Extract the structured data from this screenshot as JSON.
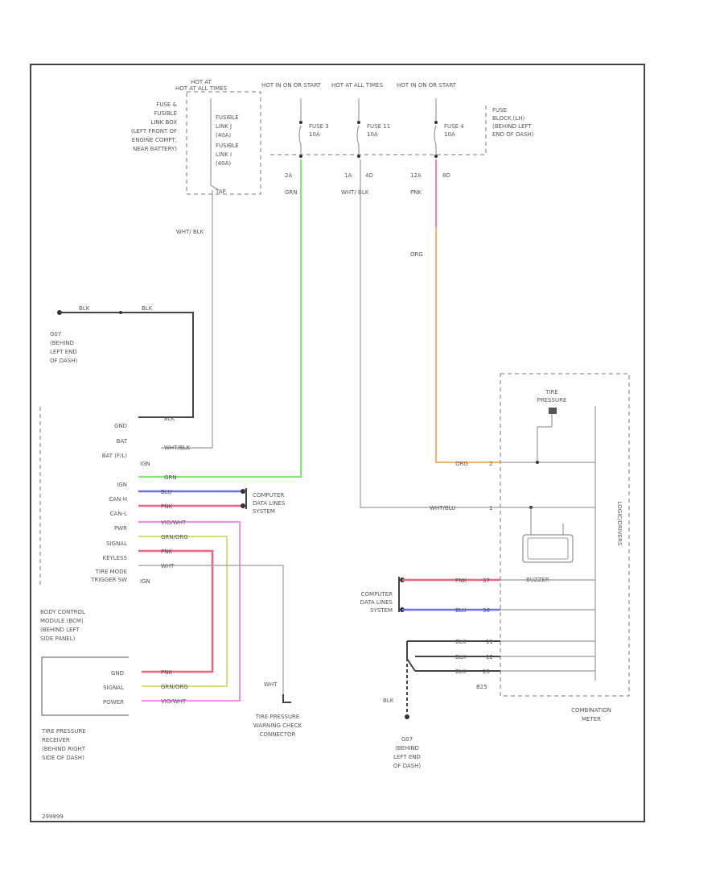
{
  "power": {
    "hot_at_all_times_1": "HOT AT ALL TIMES",
    "hot_in_on_start_1": "HOT IN ON OR START",
    "hot_at_all_times_2": "HOT AT ALL TIMES",
    "hot_in_on_start_2": "HOT IN ON OR START"
  },
  "fuse_box": {
    "left_lines": [
      "FUSE &",
      "FUSIBLE",
      "LINK BOX",
      "(LEFT FRONT OF",
      "ENGINE COMPT,",
      "NEAR BATTERY)"
    ],
    "fusible_link_lines": [
      "FUSIBLE",
      "LINK J",
      "(40A)",
      "FUSIBLE",
      "LINK I",
      "(40A)"
    ],
    "wire_label": "TAP"
  },
  "fuses": [
    {
      "name": "FUSE 3",
      "amp": "10A",
      "pin": "2A",
      "wire": "GRN"
    },
    {
      "name": "FUSE 11",
      "amp": "10A",
      "pin": "1A",
      "pin2": "4D",
      "wire": "WHT/ BLK"
    },
    {
      "name": "FUSE 4",
      "amp": "10A",
      "pin": "12A",
      "pin2": "8D",
      "wire": "PNK"
    }
  ],
  "fuse_block_lines": [
    "FUSE",
    "BLOCK (LH)",
    "(BEHIND LEFT",
    "END OF DASH)"
  ],
  "wire_labels": {
    "wht_blk_left": "WHT/ BLK",
    "org": "ORG",
    "blk_1": "BLK",
    "blk_2": "BLK"
  },
  "ground_left_lines": [
    "G07",
    "(BEHIND",
    "LEFT END",
    "OF DASH)"
  ],
  "bcm": {
    "pins": [
      "GND",
      "BAT",
      "BAT (F/L)",
      "IGN",
      "IGN",
      "CAN-H",
      "CAN-L",
      "PWR",
      "SIGNAL",
      "KEYLESS",
      "TIRE MODE",
      "TRIGGER SW",
      "IGN"
    ],
    "wire_cols": [
      "BLK",
      "WHT/BLK",
      "GRN",
      "BLU",
      "PNK",
      "VIO/WHT",
      "GRN/ORG",
      "PNK",
      "WHT"
    ],
    "label_lines": [
      "BODY CONTROL",
      "MODULE (BCM)",
      "(BEHIND LEFT",
      "SIDE PANEL)"
    ]
  },
  "computer_data_1": [
    "COMPUTER",
    "DATA LINES",
    "SYSTEM"
  ],
  "computer_data_2": [
    "COMPUTER",
    "DATA LINES",
    "SYSTEM"
  ],
  "receiver": {
    "pins": [
      "GND",
      "SIGNAL",
      "POWER"
    ],
    "wires": [
      "PNK",
      "GRN/ORG",
      "VIO/WHT"
    ],
    "label_lines": [
      "TIRE PRESSURE",
      "RECEIVER",
      "(BEHIND RIGHT",
      "SIDE OF DASH)"
    ]
  },
  "warning_connector": {
    "wire": "WHT",
    "label_lines": [
      "TIRE PRESSURE",
      "WARNING CHECK",
      "CONNECTOR"
    ]
  },
  "meter": {
    "tire_pressure_lines": [
      "TIRE",
      "PRESSURE"
    ],
    "org_wire": "ORG",
    "org_pin": "2",
    "wht_wire": "WHT/BLU",
    "wht_pin": "1",
    "buzzer": "BUZZER",
    "can_wires": [
      {
        "w": "PNK",
        "p": "37"
      },
      {
        "w": "BLU",
        "p": "36"
      }
    ],
    "gnd_wires": [
      {
        "w": "BLK",
        "p": "11"
      },
      {
        "w": "BLK",
        "p": "12"
      },
      {
        "w": "BLK",
        "p": "23"
      }
    ],
    "pin_label": "B25",
    "vertical_label": "LOGIC/DRIVERS",
    "label_lines": [
      "COMBINATION",
      "METER"
    ]
  },
  "ground_right_lines": [
    "G07",
    "(BEHIND",
    "LEFT END",
    "OF DASH)"
  ],
  "footer_code": "299999"
}
